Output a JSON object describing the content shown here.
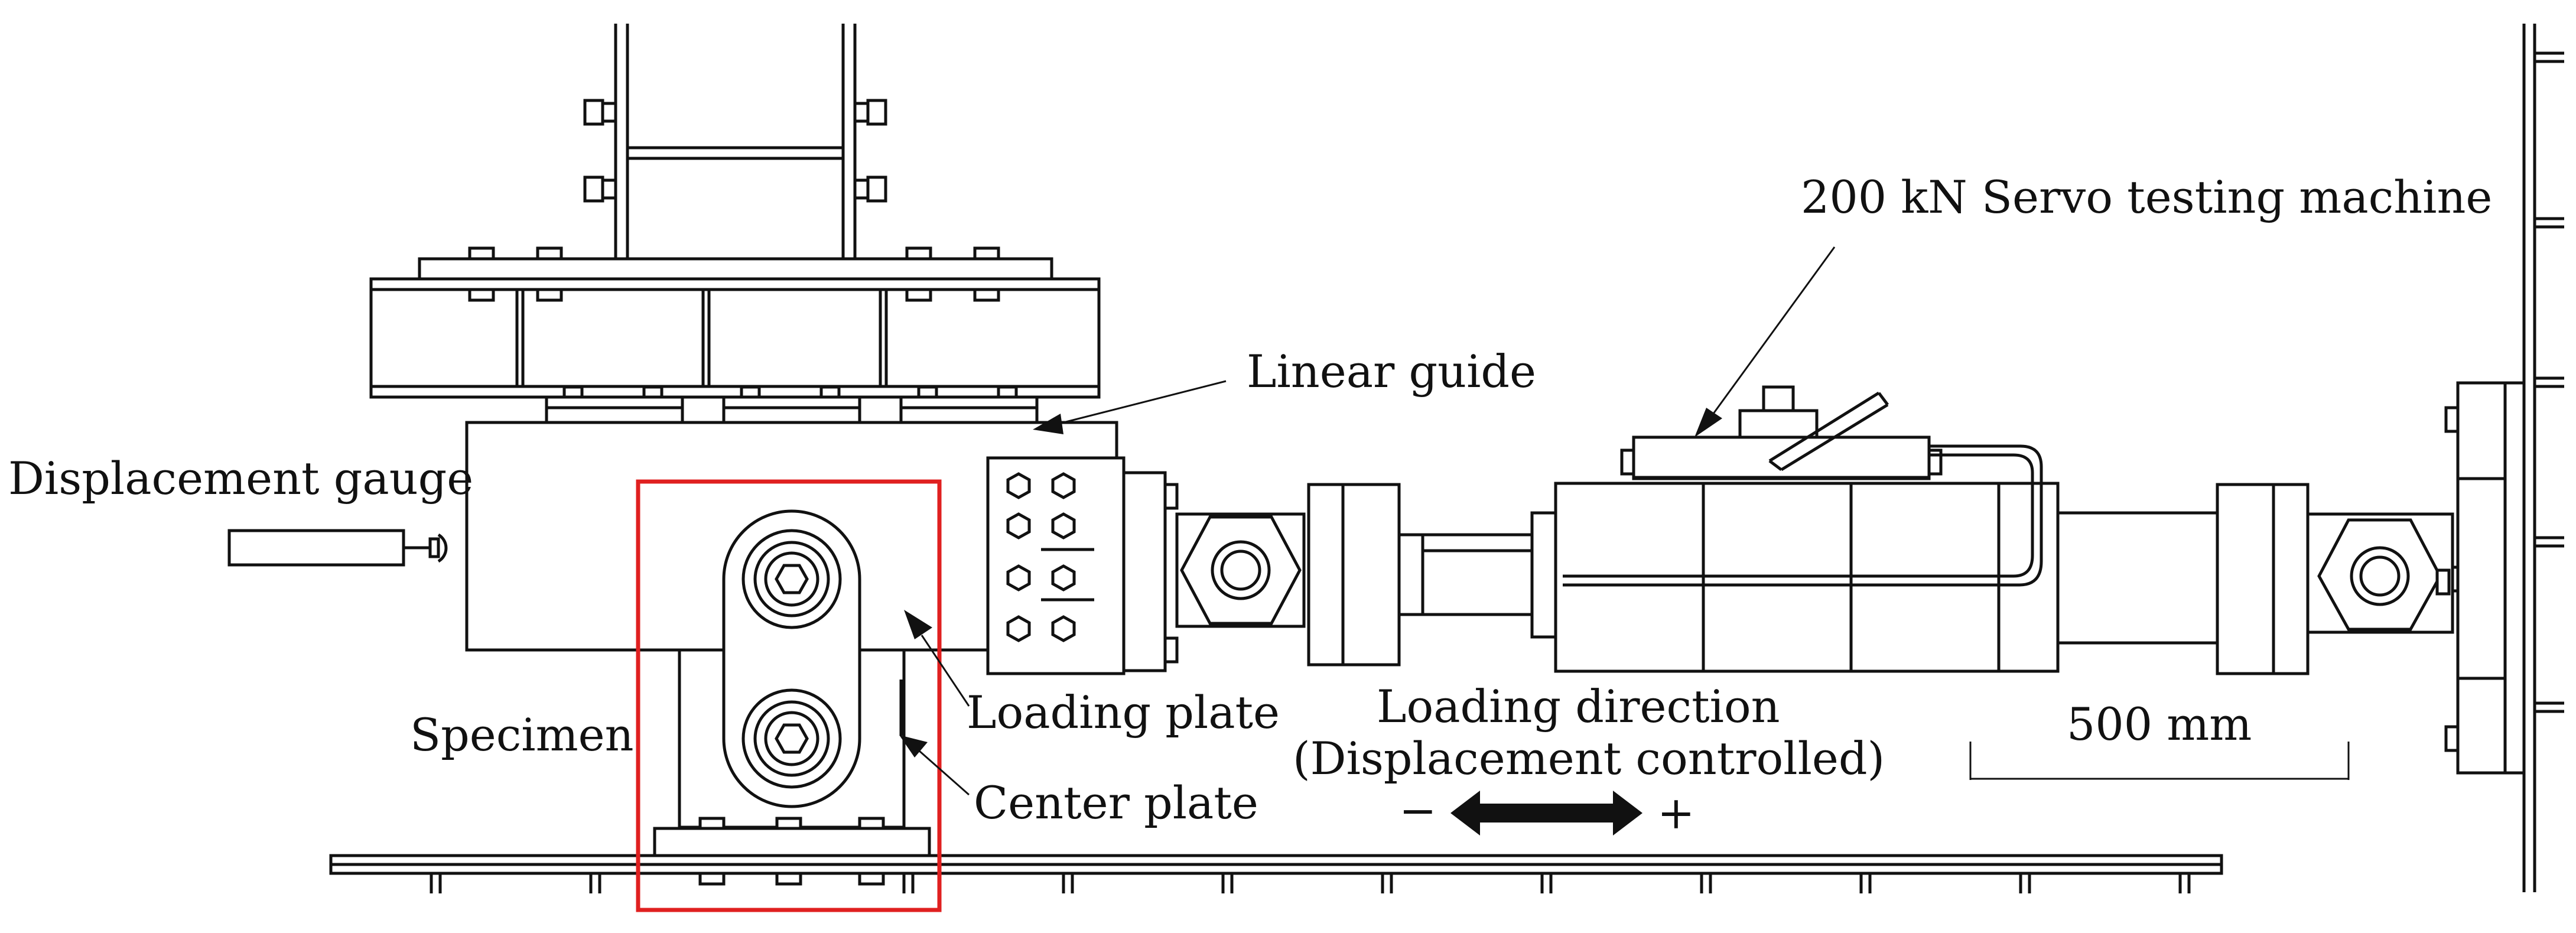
{
  "labels": {
    "displacement_gauge": "Displacement gauge",
    "linear_guide": "Linear guide",
    "servo_machine": "200 kN Servo testing machine",
    "specimen": "Specimen",
    "loading_plate": "Loading plate",
    "center_plate": "Center plate",
    "loading_direction": "Loading direction",
    "displacement_controlled": "(Displacement controlled)",
    "minus": "−",
    "plus": "+",
    "scale": "500 mm"
  },
  "colors": {
    "line": "#111111",
    "highlight": "#e02020",
    "background": "#ffffff"
  }
}
